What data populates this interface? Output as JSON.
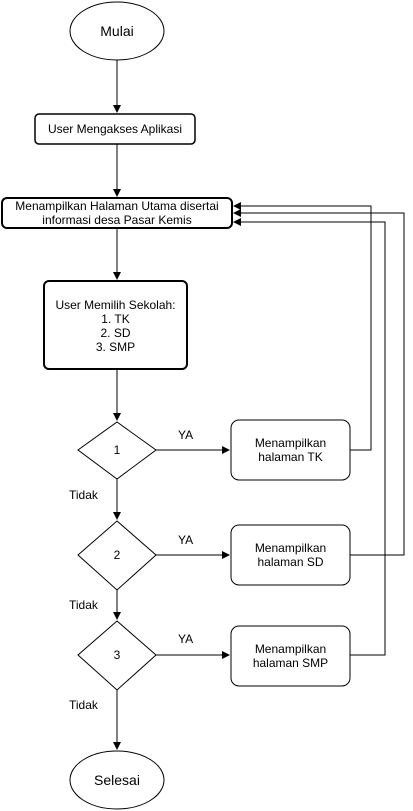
{
  "nodes": {
    "start": "Mulai",
    "access": "User Mengakses Aplikasi",
    "home_line1": "Menampilkan Halaman Utama disertai",
    "home_line2": "informasi desa Pasar Kemis",
    "choose_line1": "User Memilih Sekolah:",
    "choose_line2": "1. TK",
    "choose_line3": "2. SD",
    "choose_line4": "3. SMP",
    "d1": "1",
    "d2": "2",
    "d3": "3",
    "tk_line1": "Menampilkan",
    "tk_line2": "halaman TK",
    "sd_line1": "Menampilkan",
    "sd_line2": "halaman SD",
    "smp_line1": "Menampilkan",
    "smp_line2": "halaman SMP",
    "end": "Selesai"
  },
  "edges": {
    "yes1": "YA",
    "yes2": "YA",
    "yes3": "YA",
    "no1": "Tidak",
    "no2": "Tidak",
    "no3": "Tidak"
  }
}
